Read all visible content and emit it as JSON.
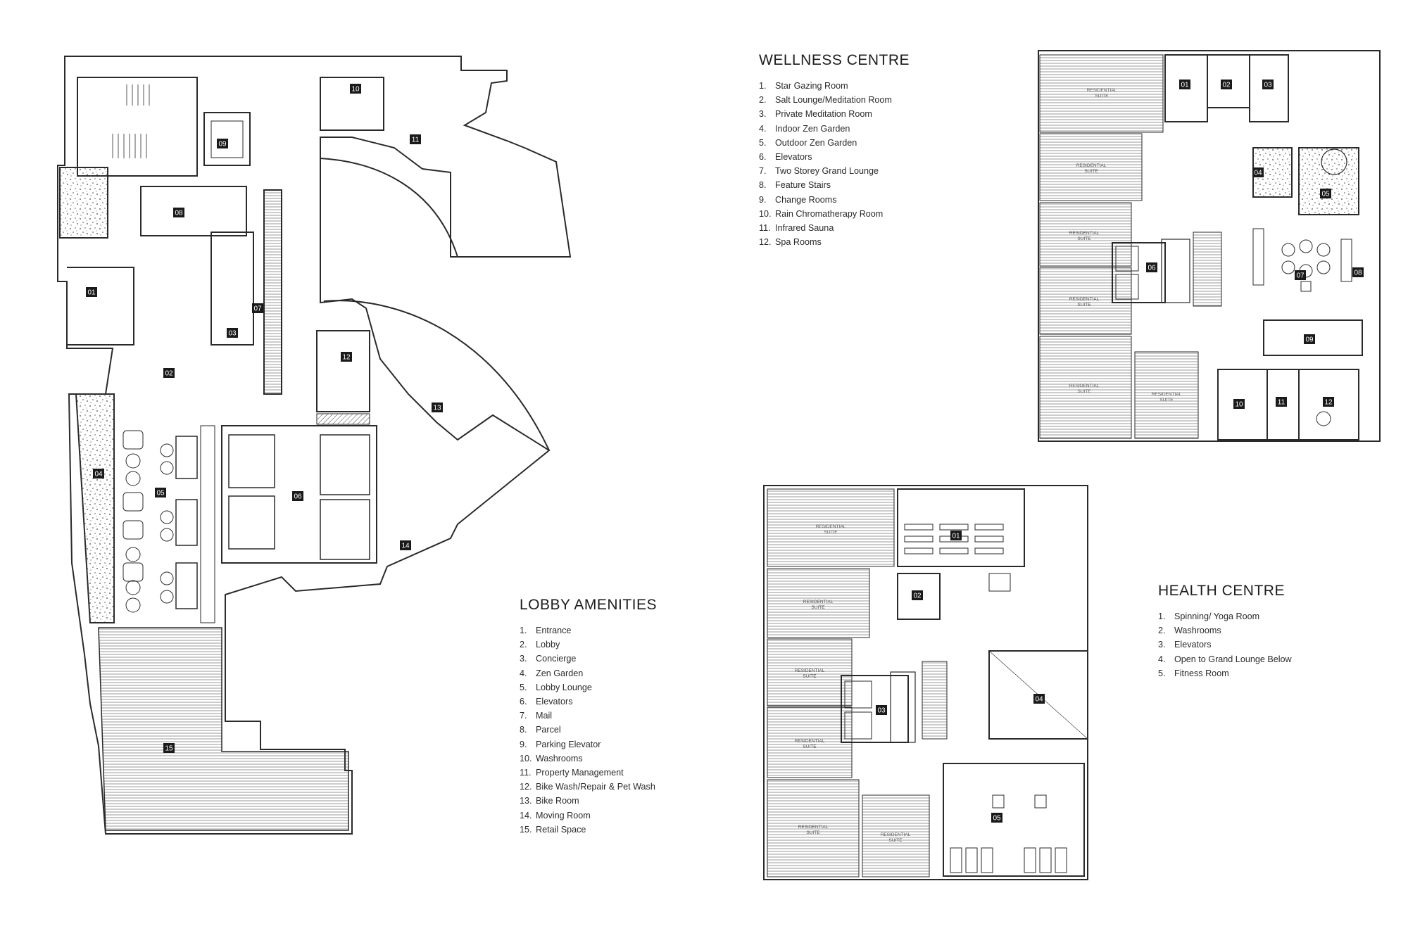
{
  "lobby": {
    "title": "LOBBY AMENITIES",
    "items": [
      {
        "num": "1.",
        "label": "Entrance"
      },
      {
        "num": "2.",
        "label": "Lobby"
      },
      {
        "num": "3.",
        "label": "Concierge"
      },
      {
        "num": "4.",
        "label": "Zen Garden"
      },
      {
        "num": "5.",
        "label": "Lobby Lounge"
      },
      {
        "num": "6.",
        "label": "Elevators"
      },
      {
        "num": "7.",
        "label": "Mail"
      },
      {
        "num": "8.",
        "label": "Parcel"
      },
      {
        "num": "9.",
        "label": "Parking Elevator"
      },
      {
        "num": "10.",
        "label": "Washrooms"
      },
      {
        "num": "11.",
        "label": "Property Management"
      },
      {
        "num": "12.",
        "label": "Bike Wash/Repair & Pet Wash"
      },
      {
        "num": "13.",
        "label": "Bike Room"
      },
      {
        "num": "14.",
        "label": "Moving Room"
      },
      {
        "num": "15.",
        "label": "Retail Space"
      }
    ],
    "tags": [
      "01",
      "02",
      "03",
      "04",
      "05",
      "06",
      "07",
      "08",
      "09",
      "10",
      "11",
      "12",
      "13",
      "14",
      "15"
    ]
  },
  "wellness": {
    "title": "WELLNESS CENTRE",
    "items": [
      {
        "num": "1.",
        "label": "Star Gazing Room"
      },
      {
        "num": "2.",
        "label": "Salt Lounge/Meditation Room"
      },
      {
        "num": "3.",
        "label": "Private Meditation Room"
      },
      {
        "num": "4.",
        "label": "Indoor Zen Garden"
      },
      {
        "num": "5.",
        "label": "Outdoor Zen Garden"
      },
      {
        "num": "6.",
        "label": "Elevators"
      },
      {
        "num": "7.",
        "label": "Two Storey Grand Lounge"
      },
      {
        "num": "8.",
        "label": "Feature Stairs"
      },
      {
        "num": "9.",
        "label": "Change Rooms"
      },
      {
        "num": "10.",
        "label": "Rain Chromatherapy Room"
      },
      {
        "num": "11.",
        "label": "Infrared Sauna"
      },
      {
        "num": "12.",
        "label": "Spa Rooms"
      }
    ],
    "tags": [
      "01",
      "02",
      "03",
      "04",
      "05",
      "06",
      "07",
      "08",
      "09",
      "10",
      "11",
      "12"
    ],
    "suite_label": "RESIDENTIAL SUITE"
  },
  "health": {
    "title": "HEALTH CENTRE",
    "items": [
      {
        "num": "1.",
        "label": "Spinning/ Yoga Room"
      },
      {
        "num": "2.",
        "label": "Washrooms"
      },
      {
        "num": "3.",
        "label": "Elevators"
      },
      {
        "num": "4.",
        "label": "Open to Grand Lounge Below"
      },
      {
        "num": "5.",
        "label": "Fitness Room"
      }
    ],
    "tags": [
      "01",
      "02",
      "03",
      "04",
      "05"
    ],
    "suite_label": "RESIDENTIAL SUITE"
  },
  "colors": {
    "line": "#2a2a2a",
    "tag_fill": "#1a1a1a",
    "tag_text": "#ffffff",
    "background": "#ffffff"
  }
}
